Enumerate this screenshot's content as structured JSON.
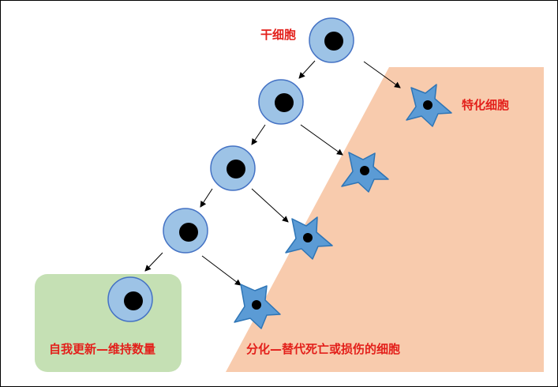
{
  "labels": {
    "stem_cell": "干细胞",
    "specialized_cell": "特化细胞",
    "self_renewal": "自我更新—维持数量",
    "differentiation": "分化—替代死亡或损伤的细胞"
  },
  "colors": {
    "label_red": "#e3201b",
    "specialized_region": "#f8cbad",
    "self_renewal_region": "#c5e0b4",
    "stem_cell_fill": "#9dc3e6",
    "stem_cell_stroke": "#4472c4",
    "specialized_cell_fill": "#5b9bd5",
    "nucleus": "#000000"
  },
  "diagram": {
    "stem_cell_count": 5,
    "specialized_cell_count": 4,
    "icons": [
      "stem-cell-icon",
      "specialized-cell-icon",
      "nucleus-icon",
      "arrow-icon"
    ]
  }
}
